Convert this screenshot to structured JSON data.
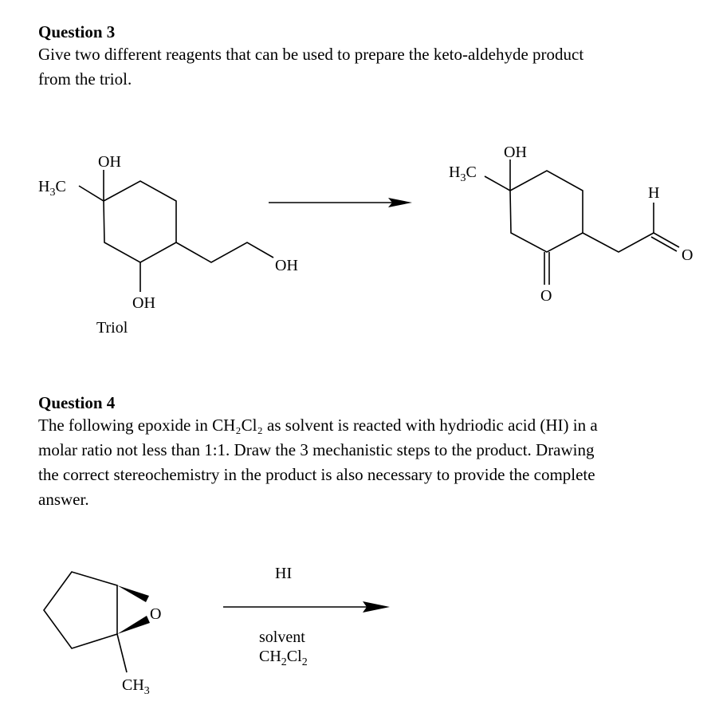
{
  "question3": {
    "title": "Question 3",
    "lines": [
      "Give two different reagents that can be used to prepare the keto-aldehyde product",
      "from the triol."
    ],
    "triol": {
      "oh_top": "OH",
      "methyl": {
        "a": "H",
        "sub": "3",
        "b": "C"
      },
      "oh_bottom": "OH",
      "oh_chain": "OH",
      "caption": "Triol"
    },
    "product": {
      "oh_top": "OH",
      "methyl": {
        "a": "H",
        "sub": "3",
        "b": "C"
      },
      "ketone_o": "O",
      "aldehyde_h": "H",
      "aldehyde_o": "O"
    }
  },
  "question4": {
    "title": "Question 4",
    "lines": [
      "The following epoxide in CH₂Cl₂ as solvent is reacted with hydriodic acid (HI) in a",
      "molar ratio not less than 1:1. Draw the 3 mechanistic steps to the product. Drawing",
      "the correct stereochemistry in the product is also necessary to provide the complete",
      "answer."
    ],
    "epoxide": {
      "oxygen": "O",
      "methyl": {
        "a": "CH",
        "sub": "3"
      }
    },
    "reagent": "HI",
    "solvent_label": "solvent",
    "solvent": {
      "a": "CH",
      "sub1": "2",
      "b": "Cl",
      "sub2": "2"
    }
  }
}
